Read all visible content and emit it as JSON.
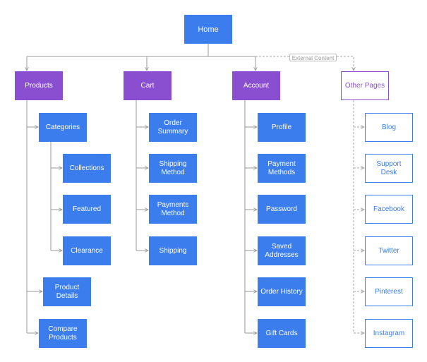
{
  "colors": {
    "node_blue": "#3b7ded",
    "node_purple": "#8a4fd0",
    "connector": "#9a9a9a"
  },
  "home": {
    "label": "Home"
  },
  "external_label": "External Content",
  "sections": {
    "products": {
      "label": "Products",
      "categories": "Categories",
      "category_items": [
        "Collections",
        "Featured",
        "Clearance"
      ],
      "items": [
        "Product Details",
        "Compare Products"
      ]
    },
    "cart": {
      "label": "Cart",
      "items": [
        "Order Summary",
        "Shipping Method",
        "Payments Method",
        "Shipping"
      ]
    },
    "account": {
      "label": "Account",
      "items": [
        "Profile",
        "Payment Methods",
        "Password",
        "Saved Addresses",
        "Order History",
        "Gift Cards"
      ]
    },
    "other": {
      "label": "Other Pages",
      "items": [
        "Blog",
        "Support Desk",
        "Facebook",
        "Twitter",
        "Pinterest",
        "Instagram"
      ]
    }
  }
}
